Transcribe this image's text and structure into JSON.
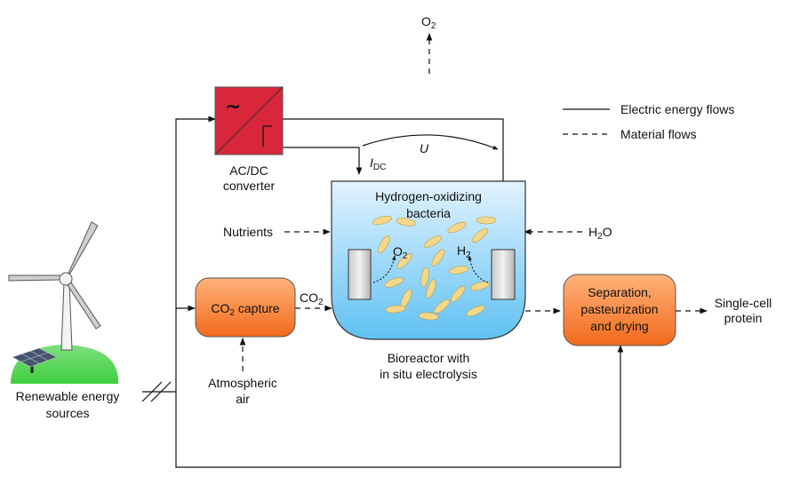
{
  "colors": {
    "converter_fill": "#d8263a",
    "capture_fill_top": "#ffb27a",
    "capture_fill_bottom": "#f26a1b",
    "reactor_fill_top": "#e3f3ff",
    "reactor_fill_bottom": "#5fc1f2",
    "bacteria_fill": "#f3d88a",
    "ground_green": "#3fcf3f",
    "line": "#111111"
  },
  "legend": {
    "electric": "Electric energy flows",
    "material": "Material flows"
  },
  "converter": {
    "symbol": "~",
    "label_line1": "AC/DC",
    "label_line2": "converter"
  },
  "current_label": {
    "main": "I",
    "sub": "DC"
  },
  "voltage_label": "U",
  "o2_top": {
    "main": "O",
    "sub": "2"
  },
  "reactor": {
    "title_line1": "Hydrogen-oxidizing",
    "title_line2": "bacteria",
    "caption_line1": "Bioreactor with",
    "caption_line2": "in situ electrolysis",
    "o2": {
      "main": "O",
      "sub": "2"
    },
    "h2": {
      "main": "H",
      "sub": "2"
    }
  },
  "inputs": {
    "nutrients": "Nutrients",
    "water": {
      "main": "H",
      "sub": "2",
      "tail": "O"
    },
    "co2_flow": {
      "main": "CO",
      "sub": "2"
    },
    "air_line1": "Atmospheric",
    "air_line2": "air"
  },
  "capture": {
    "main": "CO",
    "sub": "2",
    "tail": " capture"
  },
  "separation": {
    "line1": "Separation,",
    "line2": "pasteurization",
    "line3": "and drying"
  },
  "output": {
    "line1": "Single-cell",
    "line2": "protein"
  },
  "source": {
    "line1": "Renewable energy",
    "line2": "sources"
  }
}
